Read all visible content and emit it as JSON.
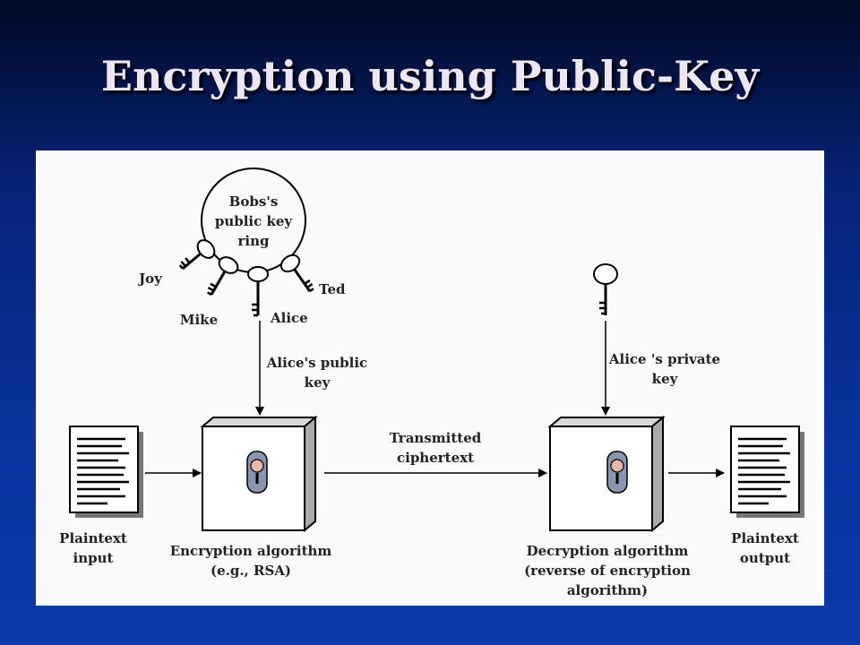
{
  "slide": {
    "title": "Encryption using Public-Key"
  },
  "diagram": {
    "keyring_label": "Bobs's\npublic key\nring",
    "ring_keys": [
      "Joy",
      "Mike",
      "Alice",
      "Ted"
    ],
    "alice_public_key_label": "Alice's public\nkey",
    "alice_private_key_label": "Alice 's private\nkey",
    "transmitted_label": "Transmitted\nciphertext",
    "plaintext_input_label": "Plaintext\ninput",
    "encryption_label": "Encryption algorithm\n(e.g., RSA)",
    "decryption_label": "Decryption algorithm\n(reverse of encryption\nalgorithm)",
    "plaintext_output_label": "Plaintext\noutput"
  },
  "colors": {
    "background": "#06247a",
    "title_text": "#ece6f6",
    "panel": "#fafafa",
    "box_side": "#aaaaaa",
    "lock_body": "#8a96b0",
    "lock_knob": "#e8b8a8"
  }
}
